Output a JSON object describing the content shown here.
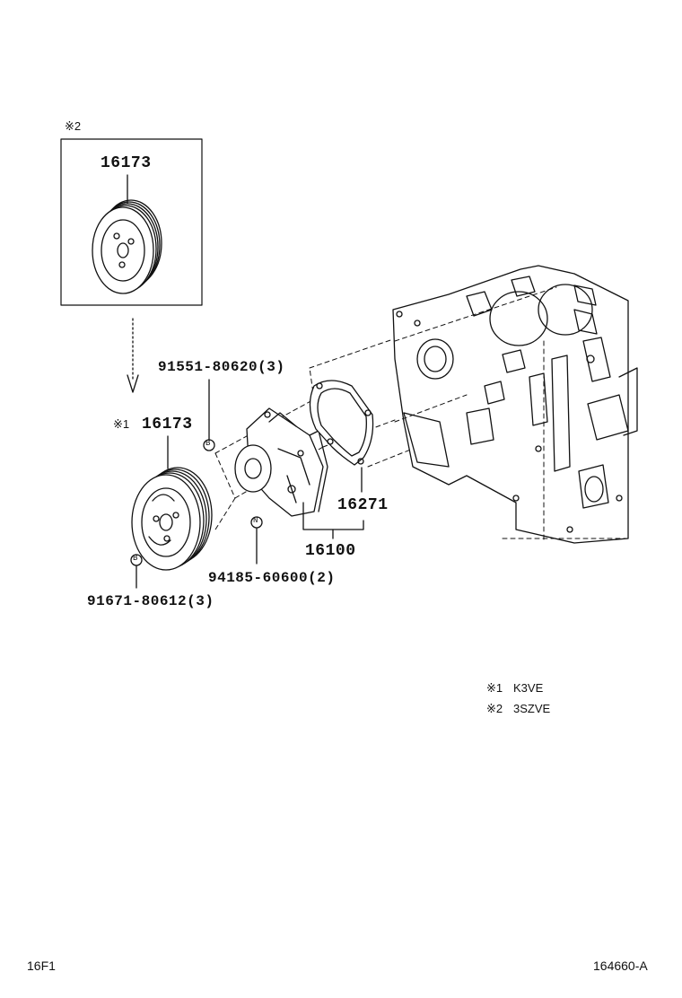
{
  "labels": {
    "mark2_top": "※2",
    "pulley_top": "16173",
    "mark1": "※1",
    "pulley_main": "16173",
    "bolt_upper": "91551-80620(3)",
    "gasket": "16271",
    "pump": "16100",
    "nut": "94185-60600(2)",
    "bolt_lower": "91671-80612(3)",
    "badge_b_upper": "B",
    "badge_n": "N",
    "badge_b_lower": "B"
  },
  "legend": [
    {
      "mark": "※1",
      "text": "K3VE"
    },
    {
      "mark": "※2",
      "text": "3SZVE"
    }
  ],
  "footer": {
    "left": "16F1",
    "right": "164660-A"
  }
}
